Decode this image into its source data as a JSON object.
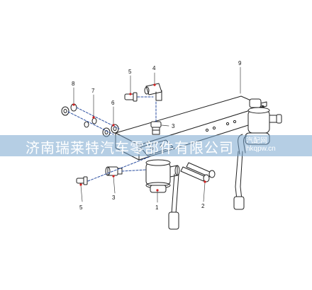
{
  "callouts": {
    "c1": "1",
    "c2": "2",
    "c3a": "3",
    "c3b": "3",
    "c4": "4",
    "c5a": "5",
    "c5b": "5",
    "c6": "6",
    "c7": "7",
    "c8": "8",
    "c9": "9"
  },
  "watermark": {
    "company": "济南瑞莱特汽车零部件有限公司",
    "site_name": "汽配网",
    "site_url": "hkqpw.cn"
  },
  "colors": {
    "line": "#222222",
    "callout_dot": "#d12020",
    "watermark_band": "#78a5cd"
  }
}
